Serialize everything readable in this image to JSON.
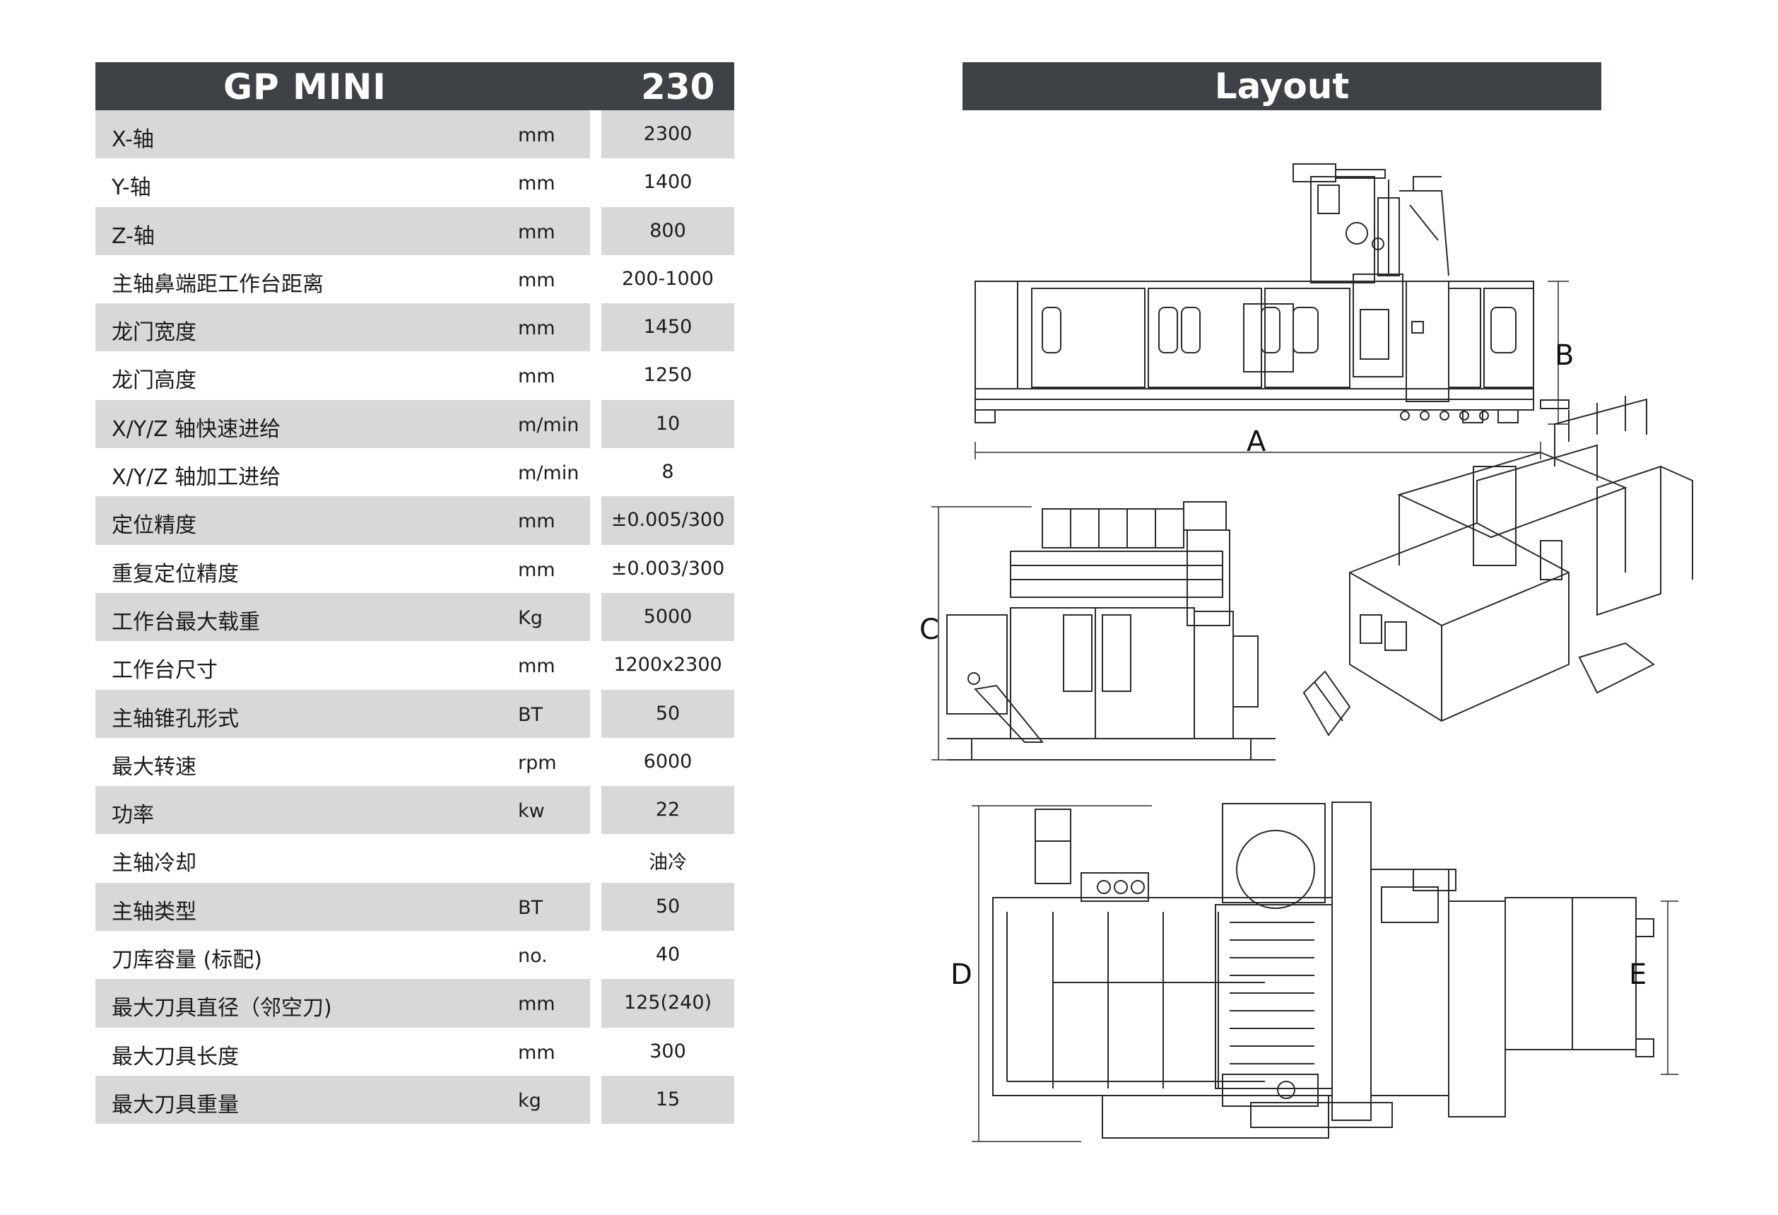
{
  "spec": {
    "model": "GP MINI",
    "number": "230",
    "rows": [
      {
        "label": "X-轴",
        "unit": "mm",
        "value": "2300"
      },
      {
        "label": "Y-轴",
        "unit": "mm",
        "value": "1400"
      },
      {
        "label": "Z-轴",
        "unit": "mm",
        "value": "800"
      },
      {
        "label": "主轴鼻端距工作台距离",
        "unit": "mm",
        "value": "200-1000"
      },
      {
        "label": "龙门宽度",
        "unit": "mm",
        "value": "1450"
      },
      {
        "label": "龙门高度",
        "unit": "mm",
        "value": "1250"
      },
      {
        "label": "X/Y/Z 轴快速进给",
        "unit": "m/min",
        "value": "10"
      },
      {
        "label": "X/Y/Z 轴加工进给",
        "unit": "m/min",
        "value": "8"
      },
      {
        "label": "定位精度",
        "unit": "mm",
        "value": "±0.005/300"
      },
      {
        "label": "重复定位精度",
        "unit": "mm",
        "value": "±0.003/300"
      },
      {
        "label": "工作台最大载重",
        "unit": "Kg",
        "value": "5000"
      },
      {
        "label": "工作台尺寸",
        "unit": "mm",
        "value": "1200x2300"
      },
      {
        "label": "主轴锥孔形式",
        "unit": "BT",
        "value": "50"
      },
      {
        "label": "最大转速",
        "unit": "rpm",
        "value": "6000"
      },
      {
        "label": "功率",
        "unit": "kw",
        "value": "22"
      },
      {
        "label": "主轴冷却",
        "unit": "",
        "value": "油冷"
      },
      {
        "label": "主轴类型",
        "unit": "BT",
        "value": "50"
      },
      {
        "label": "刀库容量 (标配)",
        "unit": "no.",
        "value": "40"
      },
      {
        "label": "最大刀具直径（邻空刀)",
        "unit": "mm",
        "value": "125(240)"
      },
      {
        "label": "最大刀具长度",
        "unit": "mm",
        "value": "300"
      },
      {
        "label": "最大刀具重量",
        "unit": "kg",
        "value": "15"
      }
    ]
  },
  "layout": {
    "title": "Layout",
    "dimension_labels": {
      "a": "A",
      "b": "B",
      "c": "C",
      "d": "D",
      "e": "E"
    }
  }
}
